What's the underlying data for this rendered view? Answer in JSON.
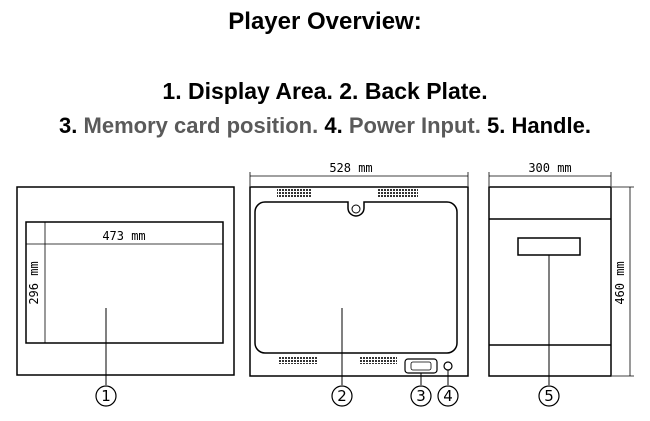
{
  "title": "Player Overview:",
  "legend": {
    "line1": [
      {
        "num": "1.",
        "label": "Display Area."
      },
      {
        "num": "2.",
        "label": "Back Plate."
      }
    ],
    "line2": [
      {
        "num": "3.",
        "label": "Memory card position."
      },
      {
        "num": "4.",
        "label": "Power Input."
      },
      {
        "num": "5.",
        "label": "Handle."
      }
    ]
  },
  "dimensions": {
    "front_width": "473 mm",
    "front_height": "296 mm",
    "back_width": "528 mm",
    "side_depth": "300 mm",
    "side_height": "460 mm"
  },
  "callouts": [
    "1",
    "2",
    "3",
    "4",
    "5"
  ],
  "colors": {
    "line": "#000000",
    "background": "#ffffff",
    "legend_dark_text": "#5a5a5a"
  }
}
